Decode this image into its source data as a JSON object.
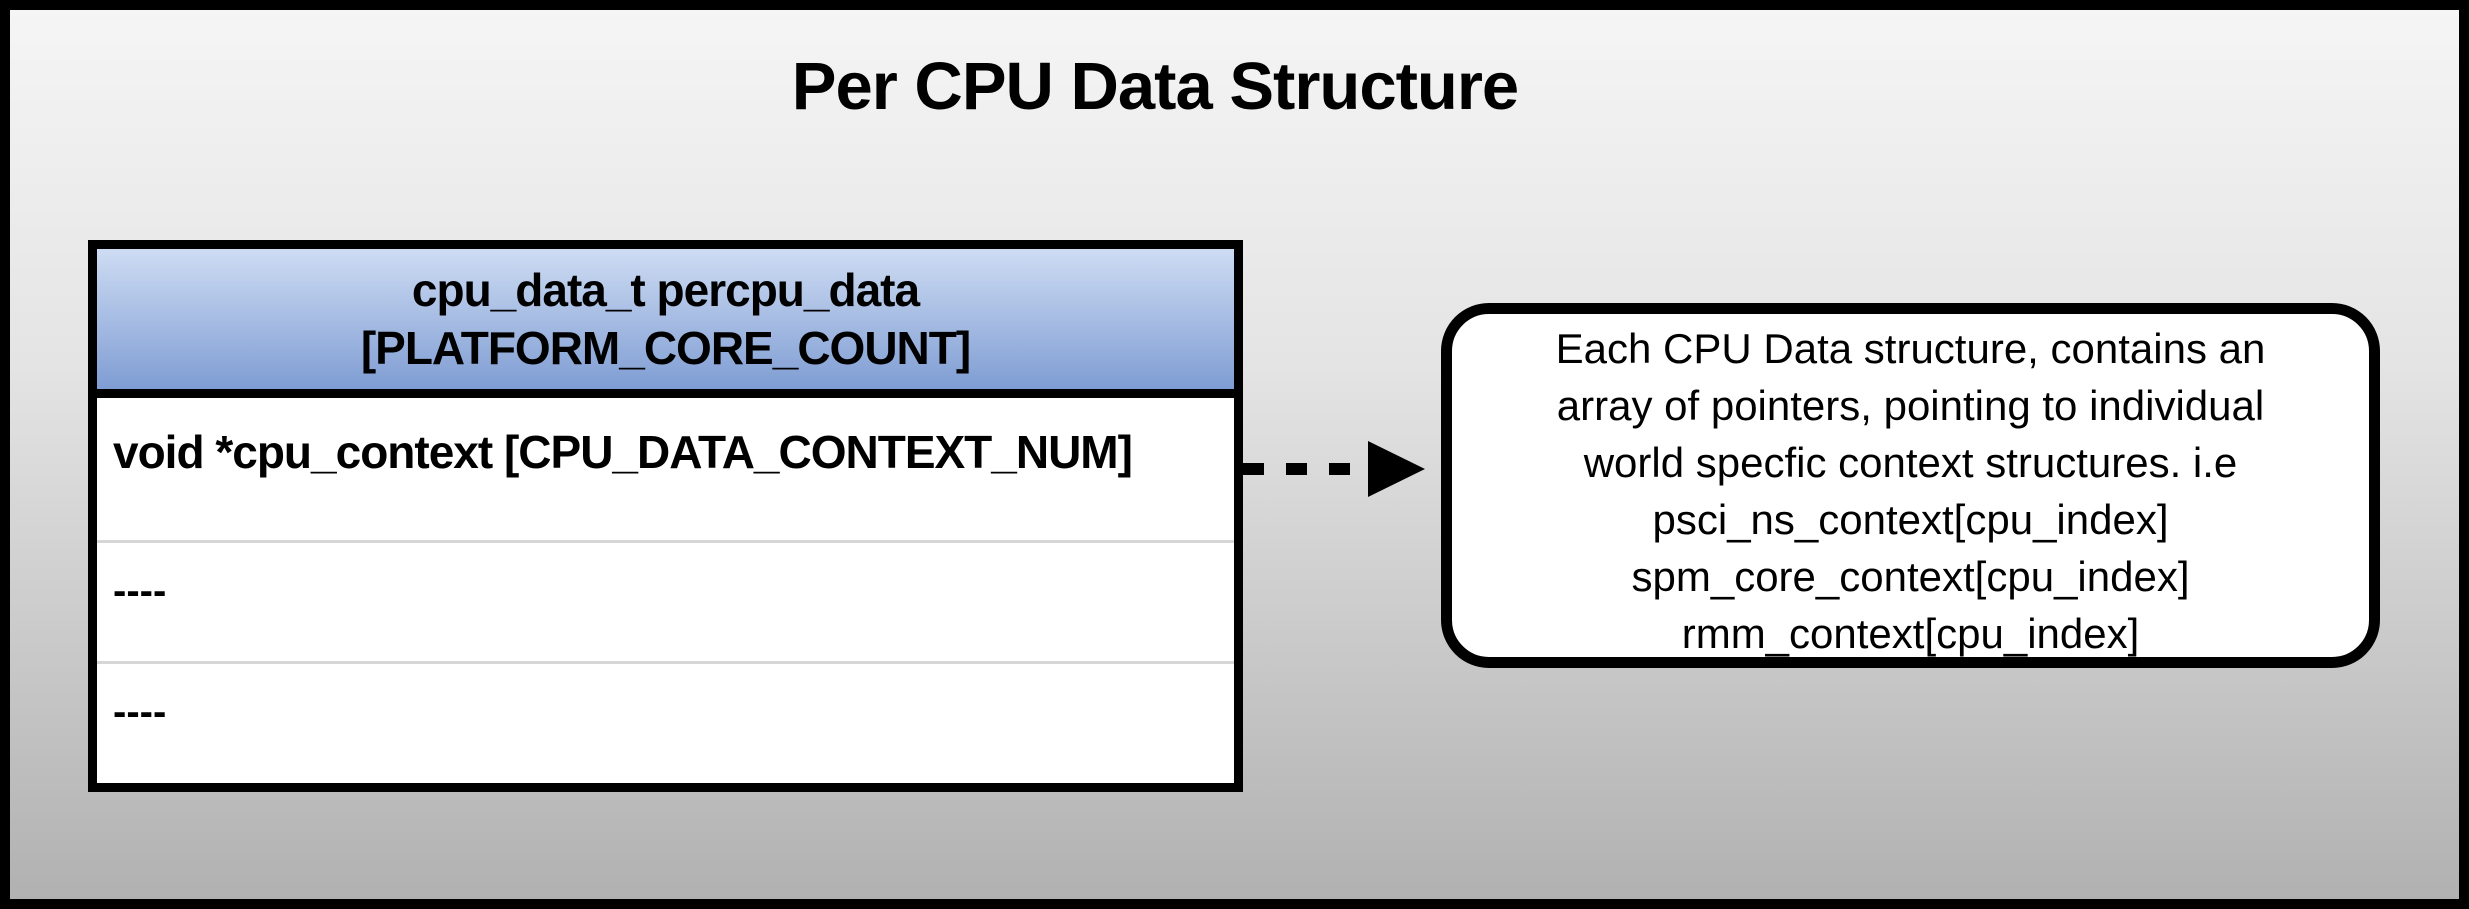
{
  "title": "Per CPU Data Structure",
  "table": {
    "header": {
      "line1": "cpu_data_t percpu_data",
      "line2": "[PLATFORM_CORE_COUNT]"
    },
    "rows": [
      {
        "text": "void *cpu_context [CPU_DATA_CONTEXT_NUM]"
      },
      {
        "text": "----"
      },
      {
        "text": "----"
      }
    ]
  },
  "note": {
    "lines": [
      "Each CPU Data structure, contains an",
      "array of pointers, pointing to individual",
      "world specfic context structures. i.e",
      "psci_ns_context[cpu_index]",
      "spm_core_context[cpu_index]",
      "rmm_context[cpu_index]"
    ]
  },
  "colors": {
    "background_top": "#f5f5f5",
    "background_bottom": "#b1b1b1",
    "header_gradient_top": "#cedcf3",
    "header_gradient_bottom": "#7f9dd3",
    "row_separator": "#d6d6d6",
    "bubble_fill": "#ffffff",
    "border": "#000000"
  }
}
